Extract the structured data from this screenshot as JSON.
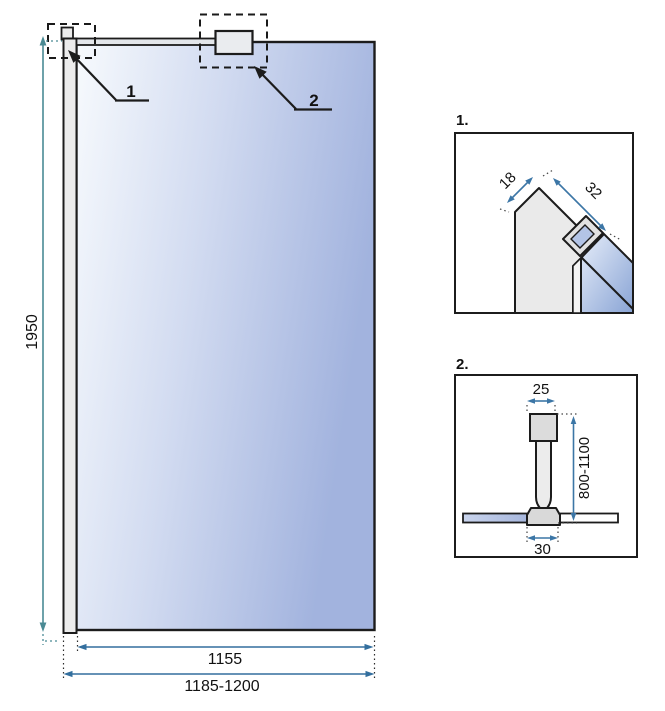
{
  "main_view": {
    "height_dim": "1950",
    "glass_width_dim": "1155",
    "total_width_dim": "1185-1200",
    "callout_1": "1",
    "callout_2": "2"
  },
  "detail_1": {
    "label": "1.",
    "profile_depth_dim": "18",
    "profile_width_dim": "32"
  },
  "detail_2": {
    "label": "2.",
    "bracket_top_dim": "25",
    "bar_length_dim": "800-1100",
    "clamp_width_dim": "30"
  },
  "colors": {
    "line_black": "#1c1c1c",
    "height_dim_teal": "#4a8a94",
    "width_dim_blue": "#336f9e",
    "detail_dim_blue": "#3c76a6",
    "glass_light": "#f7fafd",
    "glass_dark": "#a2b3de",
    "profile_gray": "#ececec"
  }
}
